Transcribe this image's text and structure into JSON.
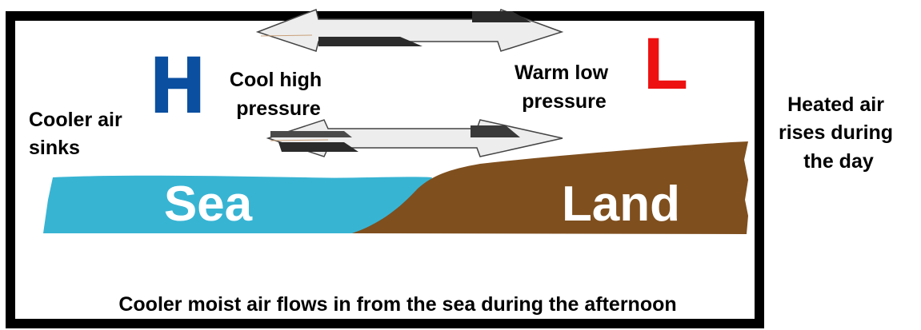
{
  "colors": {
    "sea": "#38b4d3",
    "land": "#7f4f1e",
    "high_pressure": "#0a4fa0",
    "low_pressure": "#ee1111",
    "frame": "#000000",
    "arrow_dark": "#2b2b2b",
    "arrow_light": "#ededed"
  },
  "pressure_markers": {
    "high": "H",
    "low": "L"
  },
  "labels": {
    "cooler_air_sinks": [
      "Cooler air",
      "sinks"
    ],
    "cool_high_pressure": [
      "Cool high",
      "pressure"
    ],
    "warm_low_pressure": [
      "Warm low",
      "pressure"
    ],
    "heated_air_rises": [
      "Heated air",
      "rises during",
      "the day"
    ],
    "sea": "Sea",
    "land": "Land",
    "caption": "Cooler moist air flows in from the sea during the afternoon"
  },
  "icons": {
    "upper_arrow": "double-headed-arrow-icon",
    "lower_arrow": "double-headed-arrow-icon"
  }
}
